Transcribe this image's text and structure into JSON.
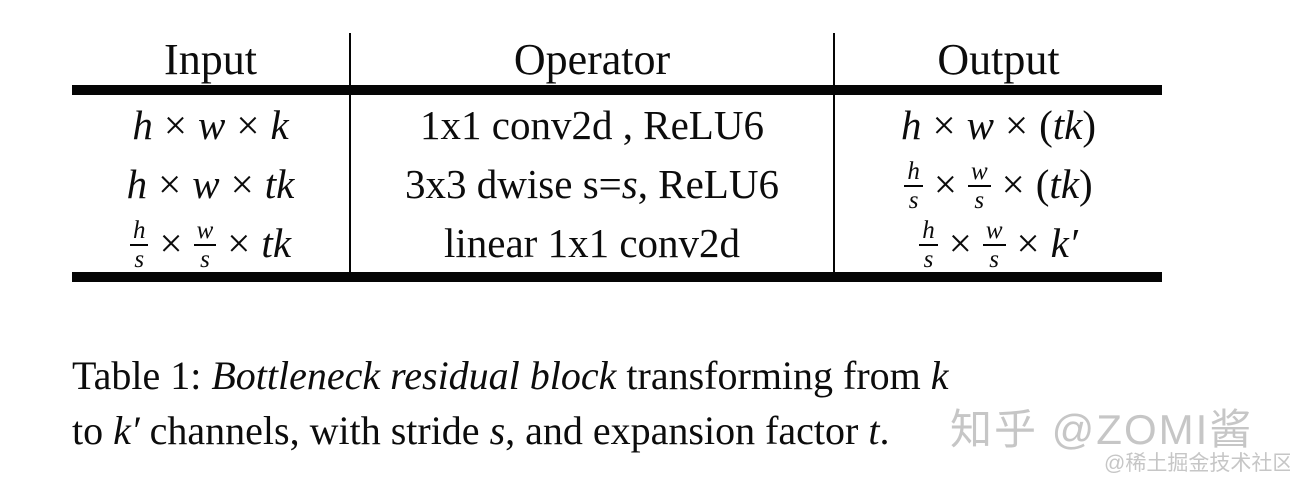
{
  "table": {
    "columns": [
      "Input",
      "Operator",
      "Output"
    ],
    "rows": [
      {
        "input": [
          {
            "t": "i",
            "v": "h"
          },
          {
            "t": "x"
          },
          {
            "t": "i",
            "v": "w"
          },
          {
            "t": "x"
          },
          {
            "t": "i",
            "v": "k"
          }
        ],
        "operator": [
          {
            "t": "r",
            "v": "1x1 conv2d , ReLU6"
          }
        ],
        "output": [
          {
            "t": "i",
            "v": "h"
          },
          {
            "t": "x"
          },
          {
            "t": "i",
            "v": "w"
          },
          {
            "t": "x"
          },
          {
            "t": "r",
            "v": "("
          },
          {
            "t": "i",
            "v": "tk"
          },
          {
            "t": "r",
            "v": ")"
          }
        ]
      },
      {
        "input": [
          {
            "t": "i",
            "v": "h"
          },
          {
            "t": "x"
          },
          {
            "t": "i",
            "v": "w"
          },
          {
            "t": "x"
          },
          {
            "t": "i",
            "v": "tk"
          }
        ],
        "operator": [
          {
            "t": "r",
            "v": "3x3 dwise s="
          },
          {
            "t": "i",
            "v": "s"
          },
          {
            "t": "r",
            "v": ", ReLU6"
          }
        ],
        "output": [
          {
            "t": "f",
            "n": "h",
            "d": "s"
          },
          {
            "t": "x"
          },
          {
            "t": "f",
            "n": "w",
            "d": "s"
          },
          {
            "t": "x"
          },
          {
            "t": "r",
            "v": "("
          },
          {
            "t": "i",
            "v": "tk"
          },
          {
            "t": "r",
            "v": ")"
          }
        ]
      },
      {
        "input": [
          {
            "t": "f",
            "n": "h",
            "d": "s"
          },
          {
            "t": "x"
          },
          {
            "t": "f",
            "n": "w",
            "d": "s"
          },
          {
            "t": "x"
          },
          {
            "t": "i",
            "v": "tk"
          }
        ],
        "operator": [
          {
            "t": "r",
            "v": "linear 1x1 conv2d"
          }
        ],
        "output": [
          {
            "t": "f",
            "n": "h",
            "d": "s"
          },
          {
            "t": "x"
          },
          {
            "t": "f",
            "n": "w",
            "d": "s"
          },
          {
            "t": "x"
          },
          {
            "t": "i",
            "v": "k′"
          }
        ]
      }
    ]
  },
  "caption": {
    "tokens": [
      {
        "t": "r",
        "v": "Table 1: "
      },
      {
        "t": "i",
        "v": "Bottleneck residual block"
      },
      {
        "t": "r",
        "v": " transforming from "
      },
      {
        "t": "i",
        "v": "k"
      },
      {
        "t": "br"
      },
      {
        "t": "r",
        "v": "to "
      },
      {
        "t": "i",
        "v": "k′"
      },
      {
        "t": "r",
        "v": " channels, with stride "
      },
      {
        "t": "i",
        "v": "s"
      },
      {
        "t": "r",
        "v": ", and expansion factor "
      },
      {
        "t": "i",
        "v": "t"
      },
      {
        "t": "r",
        "v": "."
      }
    ]
  },
  "watermarks": {
    "zhihu": "知乎 @ZOMI酱",
    "juejin": "@稀土掘金技术社区",
    "color": "#c6c6c6"
  },
  "colors": {
    "background": "#ffffff",
    "text": "#0c0c0c",
    "rule": "#050505",
    "watermark": "#c6c6c6"
  }
}
